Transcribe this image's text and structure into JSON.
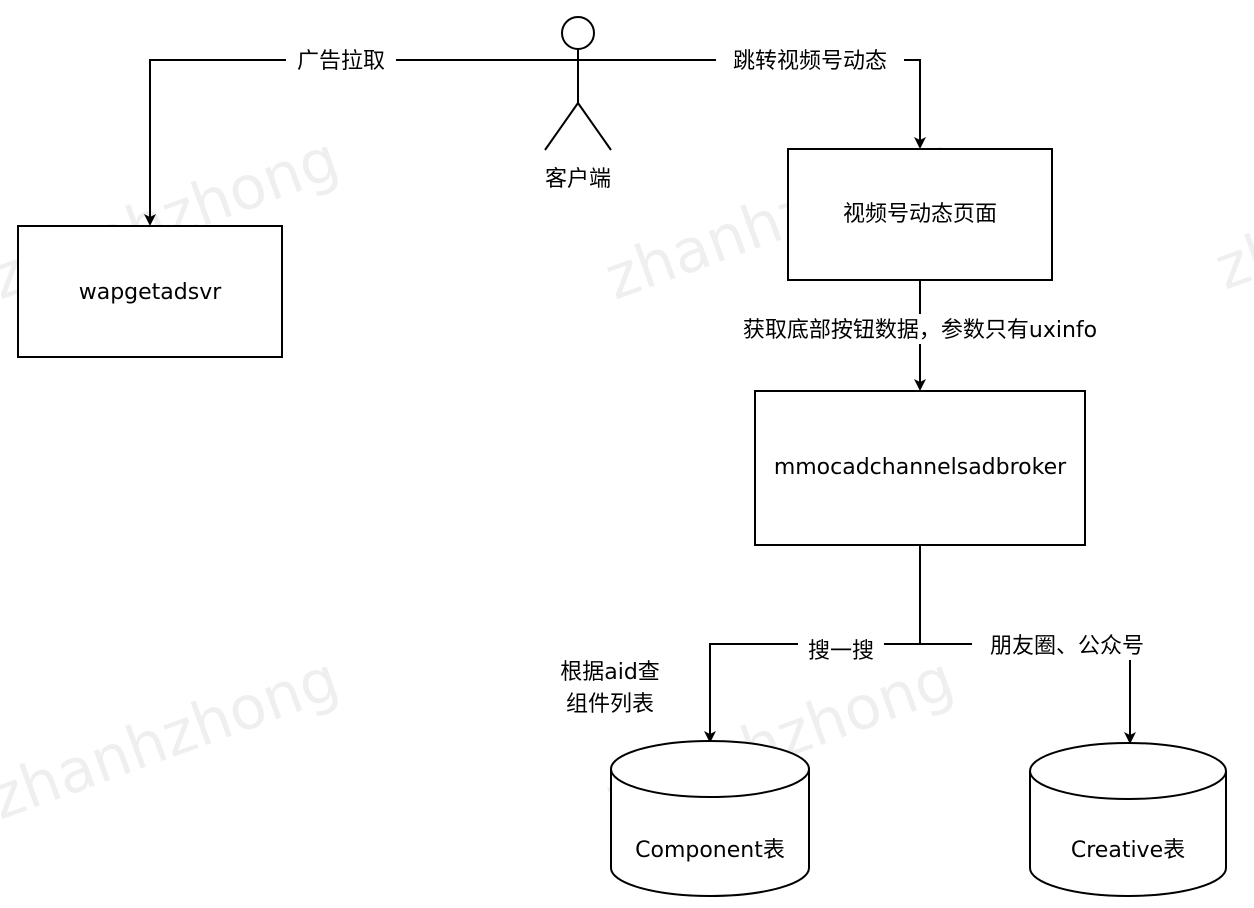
{
  "watermark": "zhanhzhong",
  "actor": {
    "label": "客户端"
  },
  "nodes": {
    "wapgetadsvr": "wapgetadsvr",
    "video_page": "视频号动态页面",
    "broker": "mmocadchannelsadbroker",
    "component_db": "Component表",
    "creative_db": "Creative表"
  },
  "edges": {
    "ad_pull": "广告拉取",
    "jump": "跳转视频号动态",
    "fetch_button": "获取底部按钮数据，参数只有uxinfo",
    "search": "搜一搜",
    "moments": "朋友圈、公众号"
  },
  "note": {
    "line1": "根据aid查",
    "line2": "组件列表"
  }
}
